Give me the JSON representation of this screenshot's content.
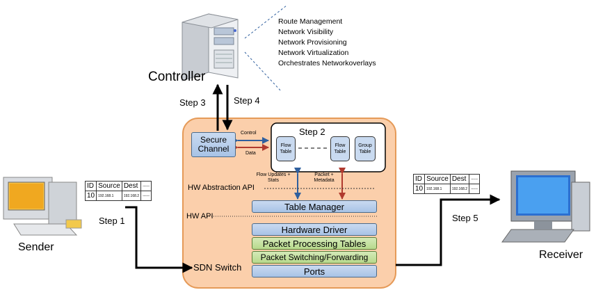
{
  "controller": {
    "label": "Controller",
    "functions": [
      "Route Management",
      "Network Visibility",
      "Network Provisioning",
      "Network Virtualization",
      "Orchestrates Networkoverlays"
    ]
  },
  "steps": {
    "step1": "Step 1",
    "step2": "Step 2",
    "step3": "Step 3",
    "step4": "Step 4",
    "step5": "Step 5"
  },
  "switch": {
    "label": "SDN Switch",
    "secure_channel": "Secure Channel",
    "control": "Control",
    "data": "Data",
    "flow_table_1": "Flow Table",
    "flow_table_2": "Flow Table",
    "group_table": "Group Table",
    "flow_updates": "Flow Updates + Stats",
    "packet_metadata": "Packet + Metadata",
    "hw_abstraction_api": "HW Abstraction API",
    "hw_api": "HW API",
    "table_manager": "Table Manager",
    "hardware_driver": "Hardware Driver",
    "packet_processing_tables": "Packet Processing Tables",
    "packet_switching": "Packet Switching/Forwarding",
    "ports": "Ports"
  },
  "sender": {
    "label": "Sender"
  },
  "receiver": {
    "label": "Receiver"
  },
  "packet_header": {
    "columns": [
      "ID",
      "Source",
      "Dest",
      "------"
    ],
    "row": [
      "10",
      "192.168.1",
      "192.168.2",
      "------"
    ]
  },
  "colors": {
    "switch_fill": "#fbcfab",
    "switch_border": "#e59a58",
    "blue_box": "#b7cdea",
    "green_box": "#c5e1a5",
    "control_arrow": "#2f5f9e",
    "data_arrow": "#b03a2e"
  }
}
